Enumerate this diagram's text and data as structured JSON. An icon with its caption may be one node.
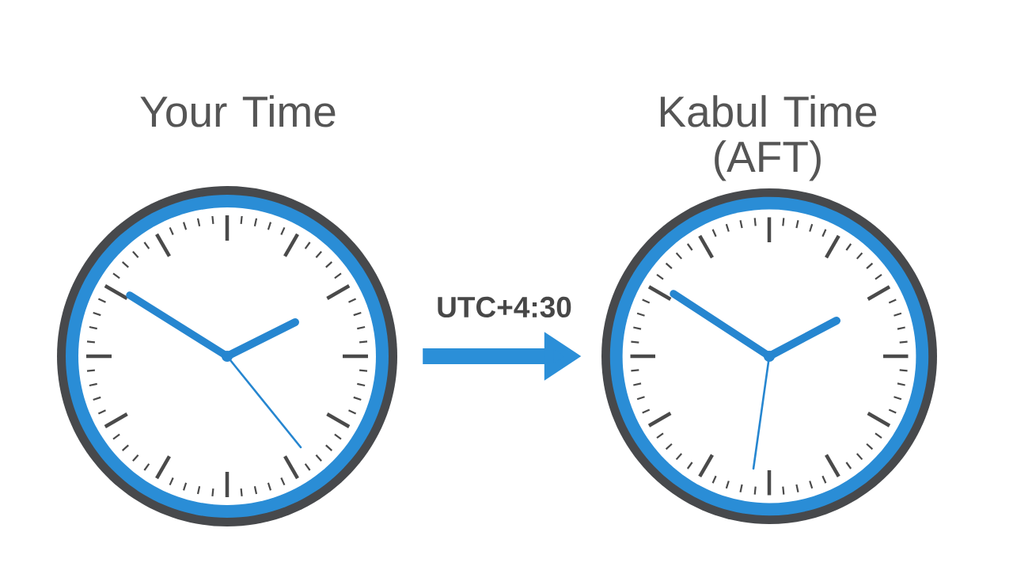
{
  "diagram": {
    "nodes": [
      {
        "text": [
          "Your Time"
        ]
      },
      {
        "text": [
          "Kabul Time (AFT)"
        ]
      }
    ],
    "edges": [
      {
        "from": 0,
        "to": 1,
        "arrow": "to",
        "label": "UTC+4:30"
      }
    ]
  }
}
